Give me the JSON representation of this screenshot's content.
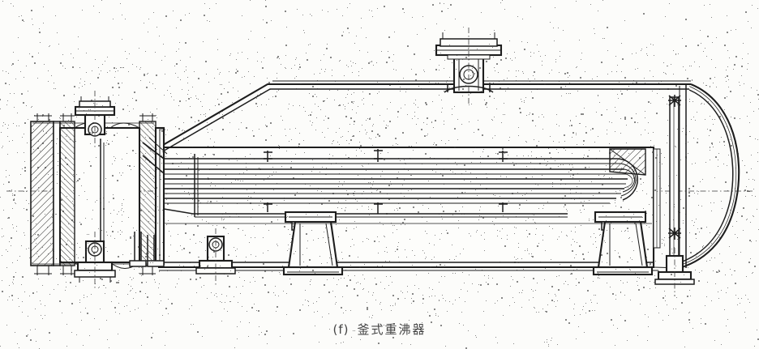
{
  "figure": {
    "caption_index": "(f)",
    "caption_text": "釜式重沸器",
    "caption_full": "(f) 釜式重沸器",
    "kind": "engineering-line-drawing",
    "equipment": "kettle-reboiler",
    "view": "longitudinal-section-elevation",
    "page_background": "#fcfcfa",
    "line_color": "#1d1d1d",
    "scan_artifact": "speckle-noise"
  },
  "components": [
    {
      "id": "channel-head",
      "name": "左侧管箱",
      "label": "channel head"
    },
    {
      "id": "tubesheet",
      "name": "管板",
      "label": "tubesheet"
    },
    {
      "id": "shell",
      "name": "壳体",
      "label": "shell"
    },
    {
      "id": "vapor-space",
      "name": "汽化空间",
      "label": "enlarged vapour space"
    },
    {
      "id": "conical-transition",
      "name": "锥形过渡段",
      "label": "conical transition"
    },
    {
      "id": "u-tube-bundle",
      "name": "U形管束",
      "label": "U-tube bundle"
    },
    {
      "id": "weir-plate",
      "name": "溢流堰板",
      "label": "weir plate"
    },
    {
      "id": "dished-head",
      "name": "封头",
      "label": "dished head"
    },
    {
      "id": "saddle-support-left",
      "name": "左鞍座",
      "label": "saddle support"
    },
    {
      "id": "saddle-support-right",
      "name": "右鞍座",
      "label": "saddle support"
    },
    {
      "id": "vapor-outlet-nozzle",
      "name": "蒸汽出口接管",
      "label": "vapour outlet nozzle"
    },
    {
      "id": "top-left-nozzle",
      "name": "左上接管",
      "label": "top nozzle"
    },
    {
      "id": "bottom-nozzle-1",
      "name": "底部接管一",
      "label": "bottom nozzle"
    },
    {
      "id": "bottom-nozzle-2",
      "name": "底部接管二",
      "label": "bottom nozzle"
    },
    {
      "id": "bottom-nozzle-3",
      "name": "底部接管三",
      "label": "bottom nozzle"
    },
    {
      "id": "drain-nozzle",
      "name": "排液接管",
      "label": "drain nozzle"
    },
    {
      "id": "centerline",
      "name": "中心线",
      "label": "centre line"
    }
  ]
}
